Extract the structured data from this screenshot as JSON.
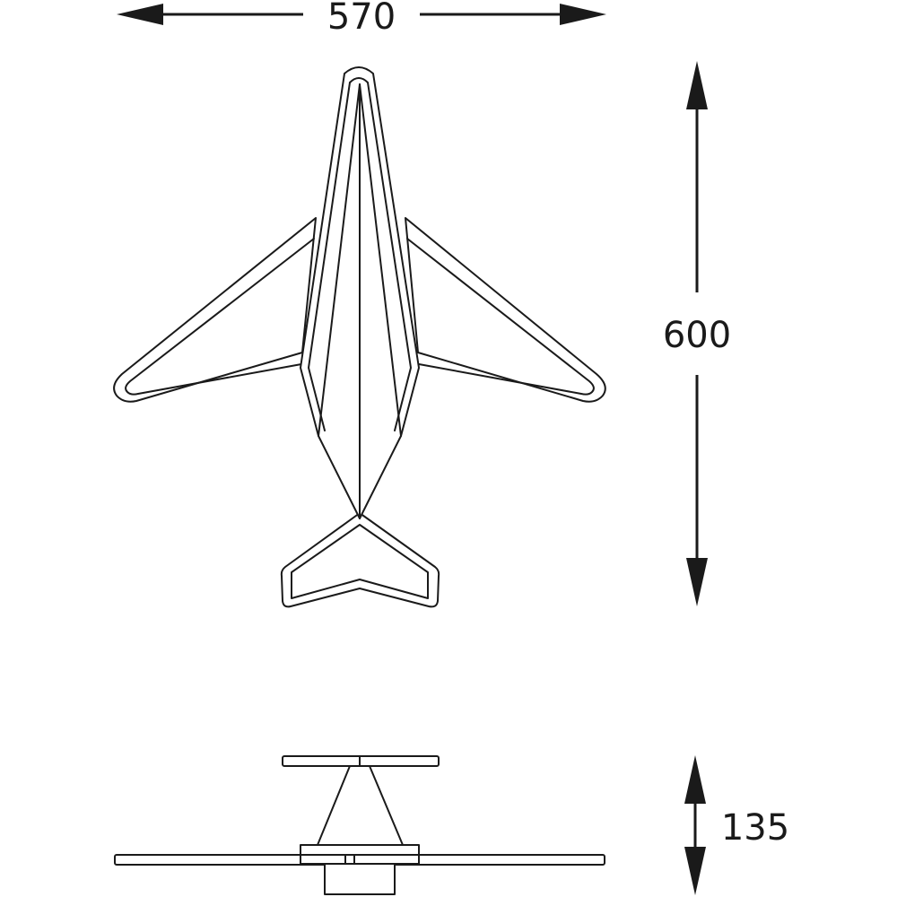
{
  "dimensions": {
    "width_label": "570",
    "height_label": "600",
    "depth_label": "135"
  },
  "colors": {
    "line": "#1a1a1a",
    "background": "#ffffff"
  }
}
